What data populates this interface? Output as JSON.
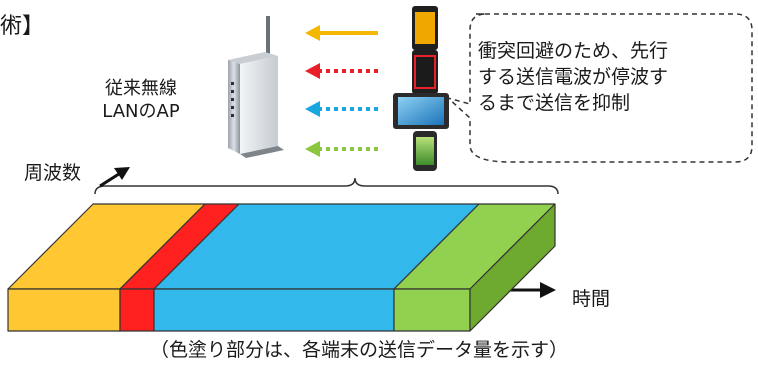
{
  "heading": "術】",
  "ap": {
    "label_line1": "従来無線",
    "label_line2": "LANのAP"
  },
  "bubble": {
    "line1": "衝突回避のため、先行",
    "line2": "する送信電波が停波す",
    "line3": "るまで送信を抑制"
  },
  "axes": {
    "frequency": "周波数",
    "time": "時間"
  },
  "caption": "（色塗り部分は、各端末の送信データ量を示す）",
  "arrows": [
    {
      "color": "#f5b800",
      "style": "solid"
    },
    {
      "color": "#e8202a",
      "style": "dotted"
    },
    {
      "color": "#1aa7e0",
      "style": "dotted"
    },
    {
      "color": "#8cc63f",
      "style": "dotted"
    }
  ],
  "segments": [
    {
      "color": "#ffc832",
      "side": "#f0a800"
    },
    {
      "color": "#ff2020",
      "side": "#d00000"
    },
    {
      "color": "#33b8ec",
      "side": "#1a96cc"
    },
    {
      "color": "#92d050",
      "side": "#6faa30"
    }
  ],
  "terminals": [
    "phone-orange",
    "phone-red",
    "tablet-blue",
    "phone-green"
  ]
}
